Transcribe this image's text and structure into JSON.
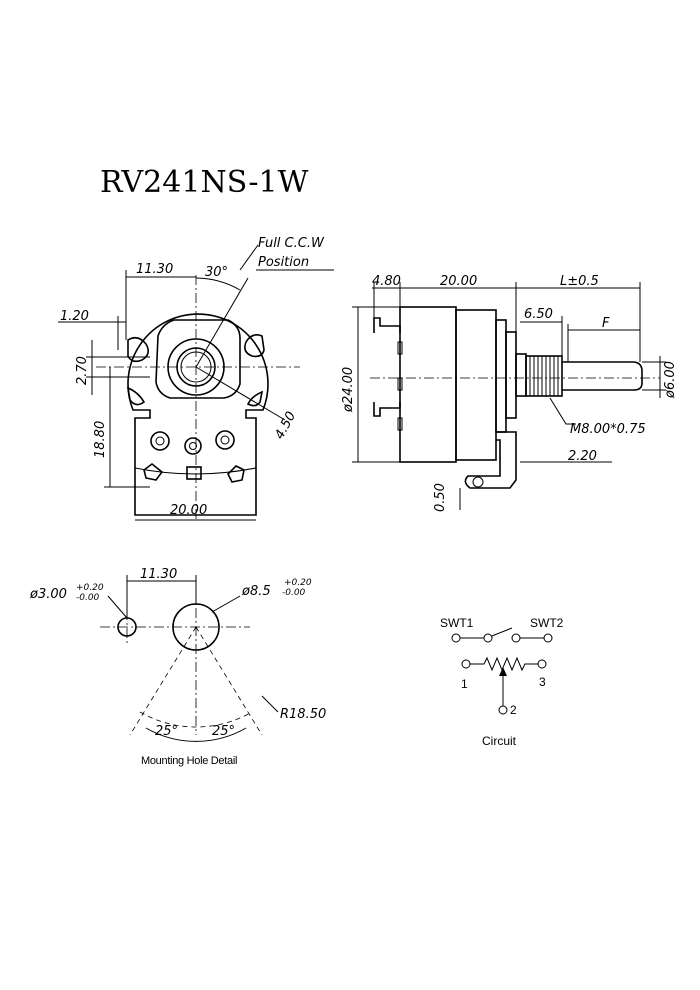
{
  "title": "RV241NS-1W",
  "front_view": {
    "note_line1": "Full C.C.W",
    "note_line2": "Position",
    "dim_11_30": "11.30",
    "dim_30deg": "30°",
    "dim_1_20": "1.20",
    "dim_2_70": "2.70",
    "dim_18_80": "18.80",
    "dim_4_50": "4.50",
    "dim_20_00": "20.00"
  },
  "side_view": {
    "dim_4_80": "4.80",
    "dim_20_00": "20.00",
    "dim_L": "L±0.5",
    "dim_6_50": "6.50",
    "dim_F": "F",
    "dim_24_00": "ø24.00",
    "dim_6_00": "ø6.00",
    "dim_thread": "M8.00*0.75",
    "dim_2_20": "2.20",
    "dim_0_50": "0.50"
  },
  "mounting_hole": {
    "dim_small_hole": "ø3.00",
    "tol_small_upper": "+0.20",
    "tol_small_lower": "-0.00",
    "dim_11_30": "11.30",
    "dim_big_hole": "ø8.5",
    "tol_big_upper": "+0.20",
    "tol_big_lower": "-0.00",
    "dim_radius": "R18.50",
    "angle_left": "25°",
    "angle_right": "25°",
    "caption": "Mounting Hole Detail"
  },
  "circuit": {
    "swt1": "SWT1",
    "swt2": "SWT2",
    "pin1": "1",
    "pin2": "2",
    "pin3": "3",
    "caption": "Circuit"
  }
}
